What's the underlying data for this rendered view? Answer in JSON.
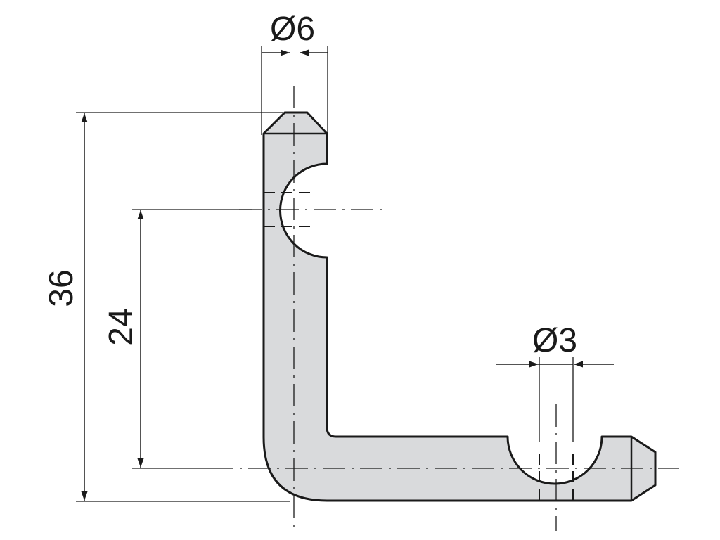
{
  "colors": {
    "part_fill": "#d9dadc",
    "line": "#1a1a1a",
    "background": "#ffffff"
  },
  "dimensions": {
    "top_diameter": "Ø6",
    "overall_height": "36",
    "center_height": "24",
    "bottom_diameter": "Ø3"
  }
}
